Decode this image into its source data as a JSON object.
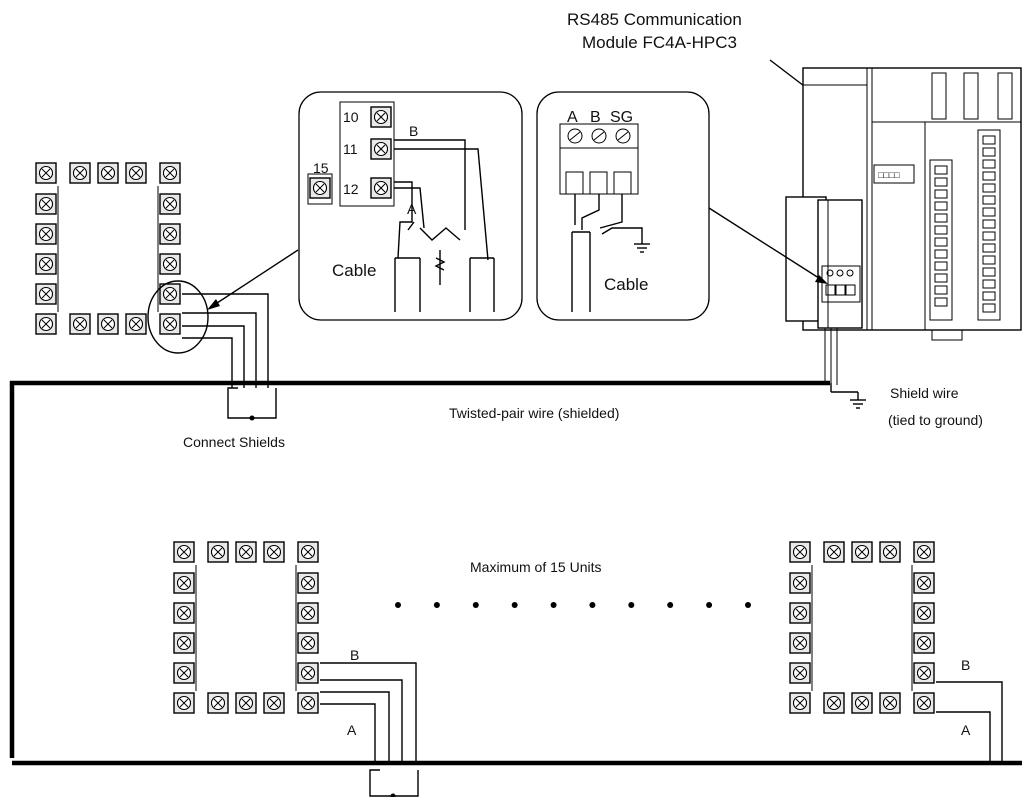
{
  "labels": {
    "module_title_line1": "RS485 Communication",
    "module_title_line2": "Module FC4A-HPC3",
    "callout1_cable": "Cable",
    "callout1_term10": "10",
    "callout1_term11": "11",
    "callout1_term12": "12",
    "callout1_term15": "15",
    "callout1_b": "B",
    "callout1_a": "A",
    "callout2_a": "A",
    "callout2_b": "B",
    "callout2_sg": "SG",
    "callout2_cable": "Cable",
    "shield_wire_line1": "Shield wire",
    "shield_wire_line2": "(tied to ground)",
    "twisted_pair": "Twisted-pair wire (shielded)",
    "connect_shields": "Connect Shields",
    "maximum_units": "Maximum of 15 Units",
    "unit2_b": "B",
    "unit2_a": "A",
    "unit3_b": "B",
    "unit3_a": "A"
  },
  "ellipsis_dot_count": 10
}
